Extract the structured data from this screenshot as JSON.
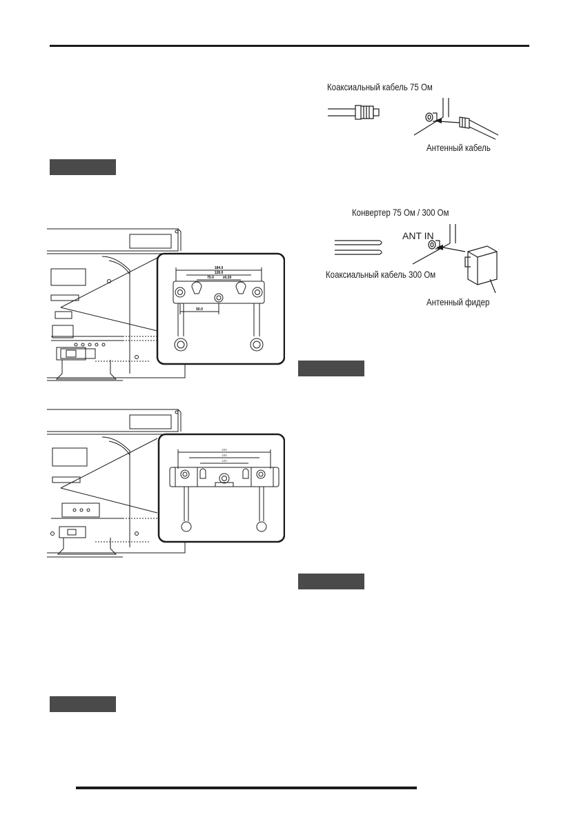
{
  "page": {
    "colors": {
      "ink": "#1a1a1a",
      "tab_fill": "#4a4a4a",
      "paper": "#ffffff"
    }
  },
  "antenna_diagram": {
    "coax_75_label": "Коаксиальный кабель 75 Ом",
    "antenna_cable_label": "Антенный кабель",
    "converter_label": "Конвертер 75 Ом / 300 Ом",
    "ant_in_label": "ANT IN",
    "coax_300_label": "Коаксиальный кабель 300 Ом",
    "antenna_feeder_label": "Антенный фидер"
  },
  "wall_mount_diagram_1": {
    "dim_outer": "184.0",
    "dim_middle": "128.0",
    "dim_inner": "75.0",
    "dim_tolerance": "±0.20",
    "dim_offset": "50.0"
  },
  "wall_mount_diagram_2": {
    "dim_outer": "200",
    "dim_middle": "150",
    "dim_inner": "100"
  },
  "section_tabs": [
    {
      "icon": "dark-section-tab"
    },
    {
      "icon": "dark-section-tab"
    },
    {
      "icon": "dark-section-tab"
    },
    {
      "icon": "dark-section-tab"
    }
  ]
}
